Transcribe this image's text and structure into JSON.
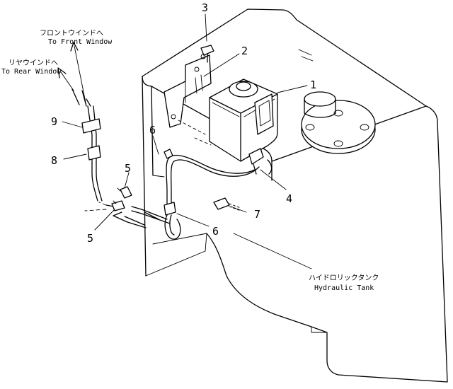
{
  "callouts": [
    "1",
    "2",
    "3",
    "4",
    "5",
    "6",
    "7",
    "8",
    "9"
  ],
  "front_window": {
    "jp": "フロントウインドへ",
    "en": "To Front Window"
  },
  "rear_window": {
    "jp": "リヤウインドへ",
    "en": "To Rear Window"
  },
  "tank": {
    "jp": "ハイドロリックタンク",
    "en": "Hydraulic Tank"
  }
}
